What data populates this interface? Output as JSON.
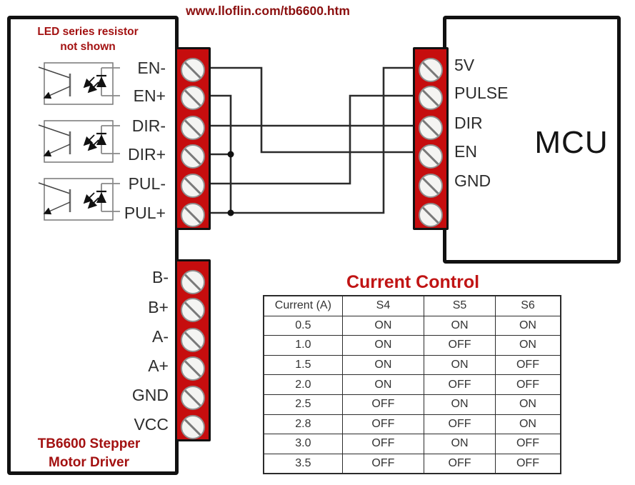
{
  "title_url": "www.lloflin.com/tb6600.htm",
  "driver": {
    "note_line1": "LED series resistor",
    "note_line2": "not shown",
    "caption_line1": "TB6600 Stepper",
    "caption_line2": "Motor Driver",
    "signal_pins": [
      "EN-",
      "EN+",
      "DIR-",
      "DIR+",
      "PUL-",
      "PUL+"
    ],
    "power_pins": [
      "B-",
      "B+",
      "A-",
      "A+",
      "GND",
      "VCC"
    ]
  },
  "mcu": {
    "label": "MCU",
    "pins": [
      "5V",
      "PULSE",
      "DIR",
      "EN",
      "GND"
    ]
  },
  "icons": {
    "screw": "screw-terminal-icon",
    "optocoupler": "optocoupler-icon"
  },
  "current_table": {
    "title": "Current Control",
    "headers": [
      "Current (A)",
      "S4",
      "S5",
      "S6"
    ],
    "rows": [
      [
        "0.5",
        "ON",
        "ON",
        "ON"
      ],
      [
        "1.0",
        "ON",
        "OFF",
        "ON"
      ],
      [
        "1.5",
        "ON",
        "ON",
        "OFF"
      ],
      [
        "2.0",
        "ON",
        "OFF",
        "OFF"
      ],
      [
        "2.5",
        "OFF",
        "ON",
        "ON"
      ],
      [
        "2.8",
        "OFF",
        "OFF",
        "ON"
      ],
      [
        "3.0",
        "OFF",
        "ON",
        "OFF"
      ],
      [
        "3.5",
        "OFF",
        "OFF",
        "OFF"
      ]
    ]
  },
  "colors": {
    "url_red": "#8b0f0f",
    "note_red": "#a31111",
    "caption_red": "#a31111",
    "table_title_red": "#c01414",
    "terminal_block_red": "#c60d0e",
    "wire_color": "#2b2b2b"
  }
}
